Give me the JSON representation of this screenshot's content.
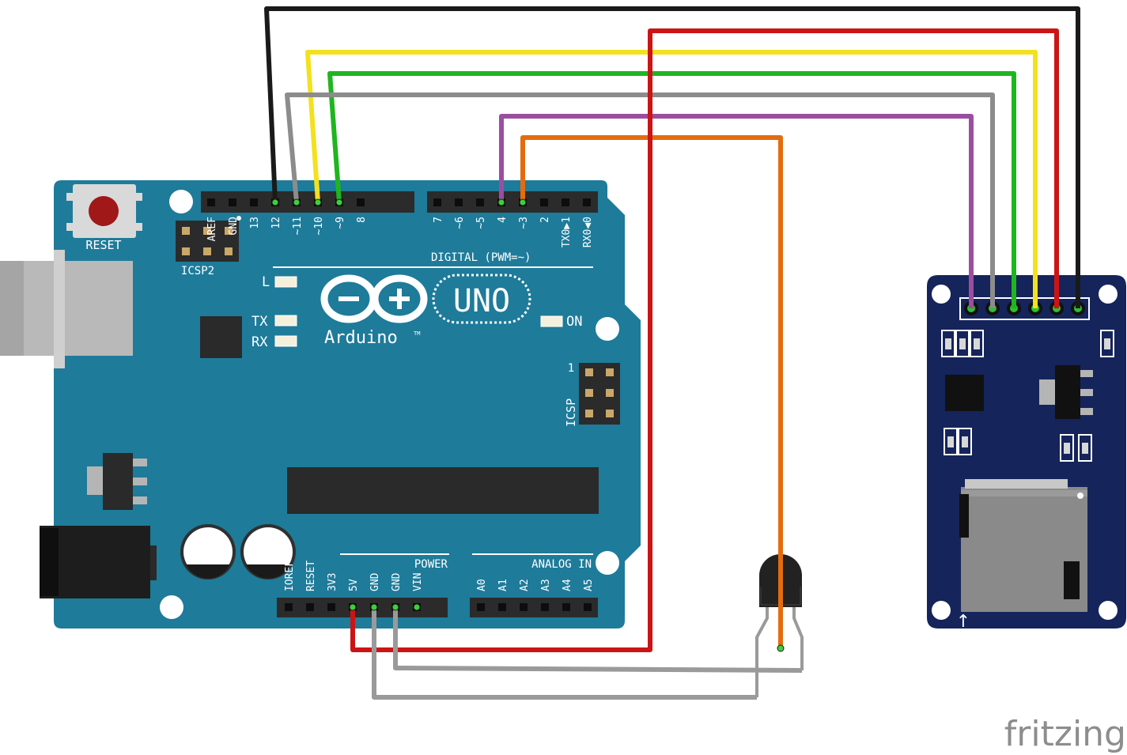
{
  "board": {
    "reset_label": "RESET",
    "icsp2_label": "ICSP2",
    "icsp_label": "ICSP",
    "icsp_pin1_label": "1",
    "digital_label": "DIGITAL (PWM=~)",
    "power_label": "POWER",
    "analog_label": "ANALOG IN",
    "brand": "Arduino",
    "trademark": "TM",
    "model": "UNO",
    "led_l": "L",
    "led_tx": "TX",
    "led_rx": "RX",
    "led_on": "ON",
    "top_pins_left": [
      "AREF",
      "GND",
      "13",
      "12",
      "~11",
      "~10",
      "~9",
      "8"
    ],
    "top_pins_right": [
      "7",
      "~6",
      "~5",
      "4",
      "~3",
      "2",
      "TX0▶1",
      "RX0◀0"
    ],
    "power_pins": [
      "IOREF",
      "RESET",
      "3V3",
      "5V",
      "GND",
      "GND",
      "VIN"
    ],
    "analog_pins": [
      "A0",
      "A1",
      "A2",
      "A3",
      "A4",
      "A5"
    ]
  },
  "wire_colors": {
    "gnd": "#1a1a1a",
    "vcc": "#cc1414",
    "mosi": "#f2e11e",
    "miso": "#1fb51f",
    "sck": "#8c8c8c",
    "cs": "#9b4ea0",
    "data": "#e36c10",
    "sensor_gnd": "#9a9a9a"
  },
  "board_color": "#1e7b9a",
  "module_color": "#15245a",
  "watermark": "fritzing"
}
